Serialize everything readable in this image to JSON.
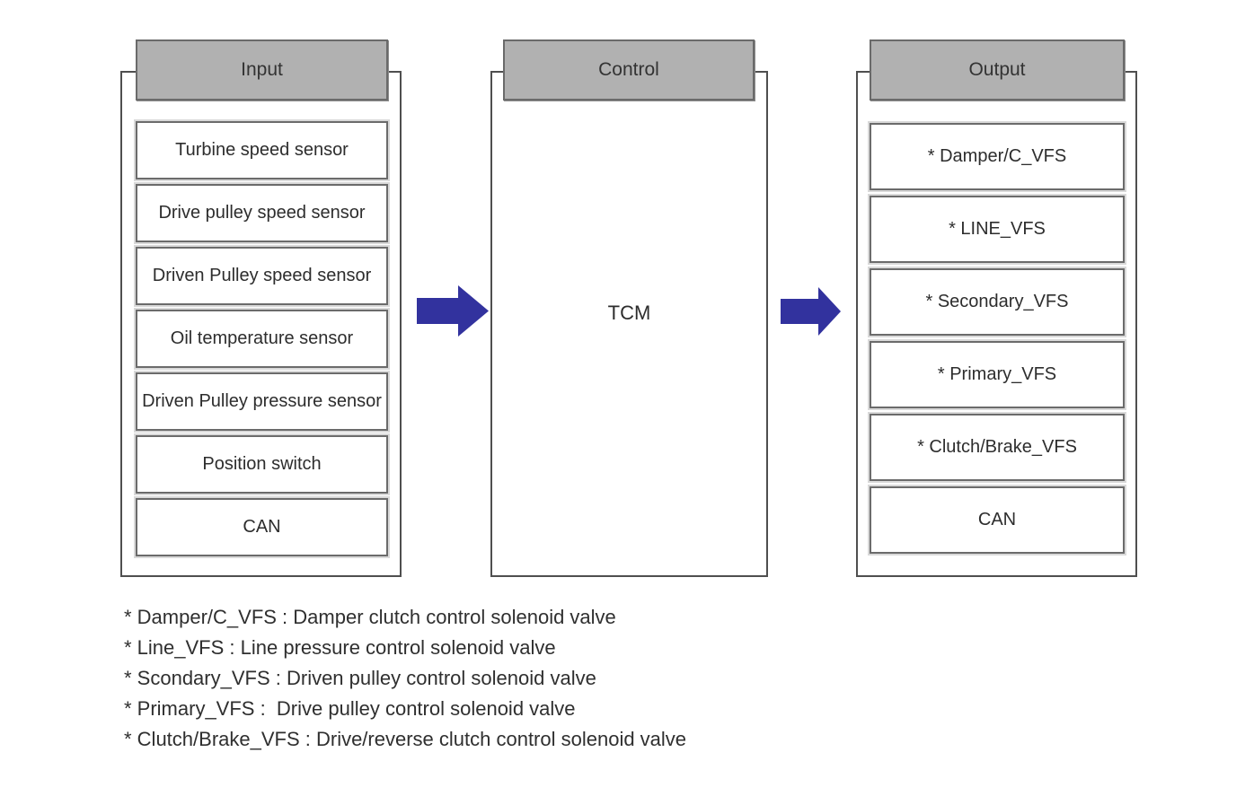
{
  "colors": {
    "arrow": "#32329E",
    "header_fill": "#B1B1B1",
    "box_border": "#6B6B6B",
    "outer_border": "#4F4F4F"
  },
  "input": {
    "header": "Input",
    "items": [
      "Turbine speed sensor",
      "Drive pulley speed sensor",
      "Driven Pulley speed sensor",
      "Oil temperature sensor",
      "Driven Pulley pressure sensor",
      "Position switch",
      "CAN"
    ]
  },
  "control": {
    "header": "Control",
    "unit": "TCM"
  },
  "output": {
    "header": "Output",
    "items": [
      "* Damper/C_VFS",
      "* LINE_VFS",
      "* Secondary_VFS",
      "* Primary_VFS",
      "* Clutch/Brake_VFS",
      "CAN"
    ]
  },
  "footnotes": [
    "* Damper/C_VFS : Damper clutch control solenoid valve",
    "* Line_VFS : Line pressure control solenoid valve",
    "* Scondary_VFS : Driven pulley control solenoid valve",
    "* Primary_VFS :  Drive pulley control solenoid valve",
    "* Clutch/Brake_VFS : Drive/reverse clutch control solenoid valve"
  ]
}
